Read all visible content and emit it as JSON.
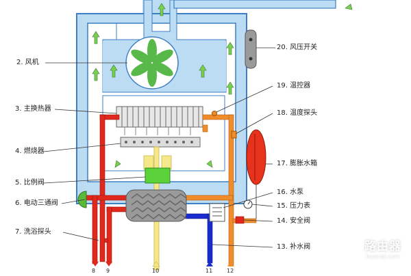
{
  "diagram": {
    "labels_left": {
      "fan": "2. 风机",
      "main_heat_exchanger": "3. 主换热器",
      "burner": "4. 燃烧器",
      "proportional_valve": "5. 比例阀",
      "three_way_valve": "6. 电动三通阀",
      "bath_probe": "7. 洗浴探头"
    },
    "labels_right": {
      "pressure_switch": "20. 风压开关",
      "temp_controller": "19. 温控器",
      "temp_probe": "18. 温度探头",
      "expansion_tank": "17. 膨胀水箱",
      "pump": "16. 水泵",
      "pressure_gauge": "15. 压力表",
      "safety_valve": "14. 安全阀",
      "makeup_valve": "13. 补水阀"
    },
    "bottom_ports": [
      "8",
      "9",
      "10",
      "11",
      "12"
    ],
    "colors": {
      "flue_blue": "#bcdcf4",
      "outline_blue": "#3d7fc4",
      "hot_red": "#e0281c",
      "orange": "#f08c2a",
      "yellow_gas": "#f4e88a",
      "cold_blue": "#1a2bd0",
      "fan_green": "#58b84a",
      "arrow_green": "#7ccf52",
      "valve_green": "#5cd23a",
      "exchanger_gray": "#9a9a9a"
    }
  },
  "watermark": {
    "title": "路由器",
    "subtitle": "luyouqi.com"
  }
}
